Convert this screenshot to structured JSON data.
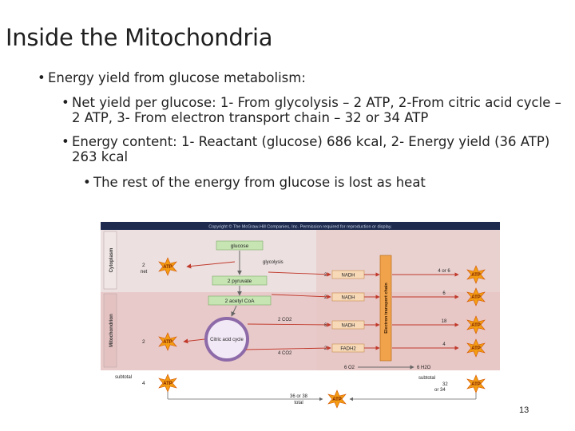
{
  "slide": {
    "title": "Inside the Mitochondria",
    "page_number": "13",
    "bullets": [
      {
        "text": "Energy yield from glucose metabolism:"
      },
      {
        "text": "Net yield per glucose: 1- From glycolysis – 2 ATP, 2-From citric acid cycle – 2 ATP, 3- From electron transport chain – 32 or 34 ATP"
      },
      {
        "text": "Energy content: 1- Reactant (glucose) 686 kcal, 2- Energy yield (36 ATP) 263 kcal"
      },
      {
        "text": "The rest of the energy from glucose is lost as heat"
      }
    ]
  },
  "figure": {
    "copyright": "Copyright © The McGraw-Hill Companies, Inc. Permission required for reproduction or display.",
    "region_labels": {
      "cytoplasm": "Cytoplasm",
      "mitochondrion": "Mitochondrion"
    },
    "etc_label": "Electron transport chain",
    "glucose": "glucose",
    "glycolysis": "glycolysis",
    "pyruvate": "2 pyruvate",
    "acetyl": "2 acetyl CoA",
    "citric": "Citric acid cycle",
    "co2_a": "2 CO2",
    "co2_b": "4 CO2",
    "atp": "ATP",
    "left": {
      "glycolysis_count": "2",
      "net": "net",
      "cycle_count": "2",
      "subtotal": "subtotal",
      "subtotal_count": "4"
    },
    "carriers": [
      {
        "count": "2",
        "name": "NADH"
      },
      {
        "count": "2",
        "name": "NADH"
      },
      {
        "count": "6",
        "name": "NADH"
      },
      {
        "count": "2",
        "name": "FADH2"
      }
    ],
    "right_counts": [
      "4 or 6",
      "6",
      "18",
      "4"
    ],
    "oxygen": "6 O2",
    "water": "6 H2O",
    "right_subtotal": {
      "label": "subtotal",
      "value": "32",
      "alt": "or 34"
    },
    "total": {
      "value": "36 or 38",
      "label": "total"
    }
  }
}
